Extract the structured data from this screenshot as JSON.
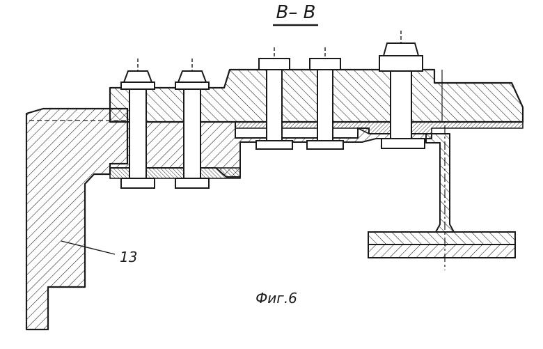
{
  "section_label": "В– В",
  "callout_number": "13",
  "figure_caption": "Фиг.6",
  "colors": {
    "ink": "#1a1a1a",
    "paper": "#ffffff"
  }
}
